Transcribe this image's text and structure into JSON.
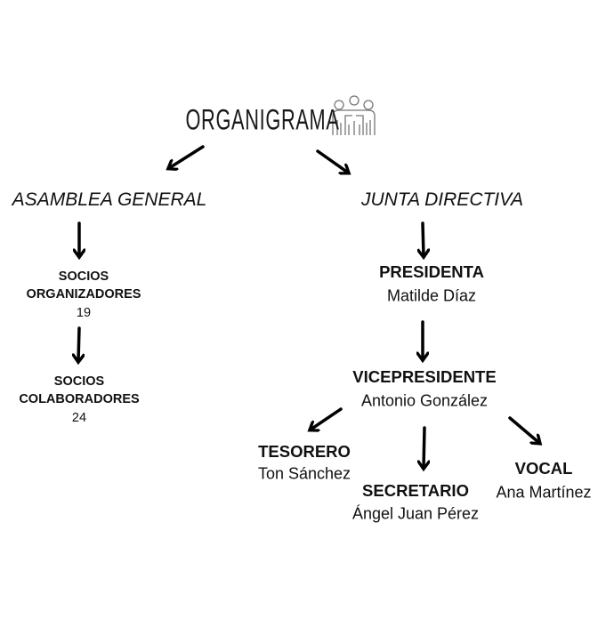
{
  "title": "ORGANIGRAMA",
  "title_icon": "people-group-icon",
  "left": {
    "heading": "ASAMBLEA GENERAL",
    "groups": [
      {
        "line1": "SOCIOS",
        "line2": "ORGANIZADORES",
        "count": "19"
      },
      {
        "line1": "SOCIOS",
        "line2": "COLABORADORES",
        "count": "24"
      }
    ]
  },
  "right": {
    "heading": "JUNTA DIRECTIVA",
    "president": {
      "role": "PRESIDENTA",
      "name": "Matilde Díaz"
    },
    "vice": {
      "role": "VICEPRESIDENTE",
      "name": "Antonio González"
    },
    "treasurer": {
      "role": "TESORERO",
      "name": "Ton Sánchez"
    },
    "secretary": {
      "role": "SECRETARIO",
      "name": "Ángel Juan Pérez"
    },
    "vocal": {
      "role": "VOCAL",
      "name": "Ana Martínez"
    }
  }
}
